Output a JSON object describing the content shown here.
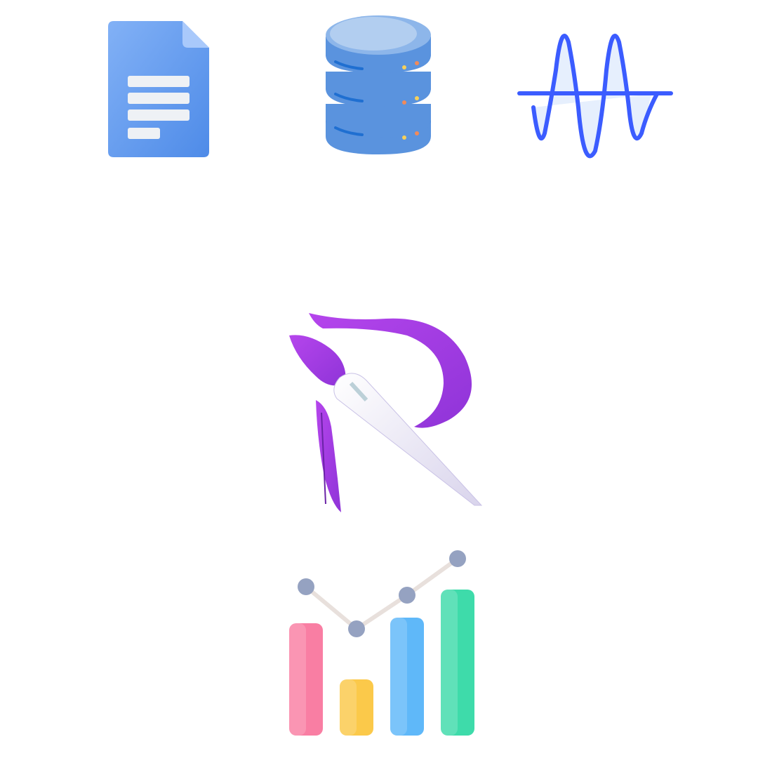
{
  "icons": [
    {
      "name": "document-icon"
    },
    {
      "name": "database-icon"
    },
    {
      "name": "waveform-icon"
    },
    {
      "name": "paintbrush-r-logo"
    },
    {
      "name": "bar-line-chart-icon"
    }
  ],
  "colors": {
    "doc_blue": "#5b93ec",
    "db_blue": "#5a93de",
    "wave_blue": "#3b5cff",
    "logo_purple": "#a43ee6",
    "bar_red": "#f97ea3",
    "bar_yellow": "#fbc94a",
    "bar_blue": "#5fb8f9",
    "bar_green": "#3edbaa",
    "node_gray": "#95a2c1"
  },
  "chart_data": {
    "type": "bar",
    "categories": [
      "",
      "",
      "",
      ""
    ],
    "values": [
      4,
      2,
      4.2,
      5.2
    ],
    "line": [
      5.3,
      3.8,
      5.0,
      6.3
    ],
    "bar_colors": [
      "#f97ea3",
      "#fbc94a",
      "#5fb8f9",
      "#3edbaa"
    ],
    "ylim": [
      0,
      6.6
    ],
    "title": "",
    "xlabel": "",
    "ylabel": ""
  }
}
